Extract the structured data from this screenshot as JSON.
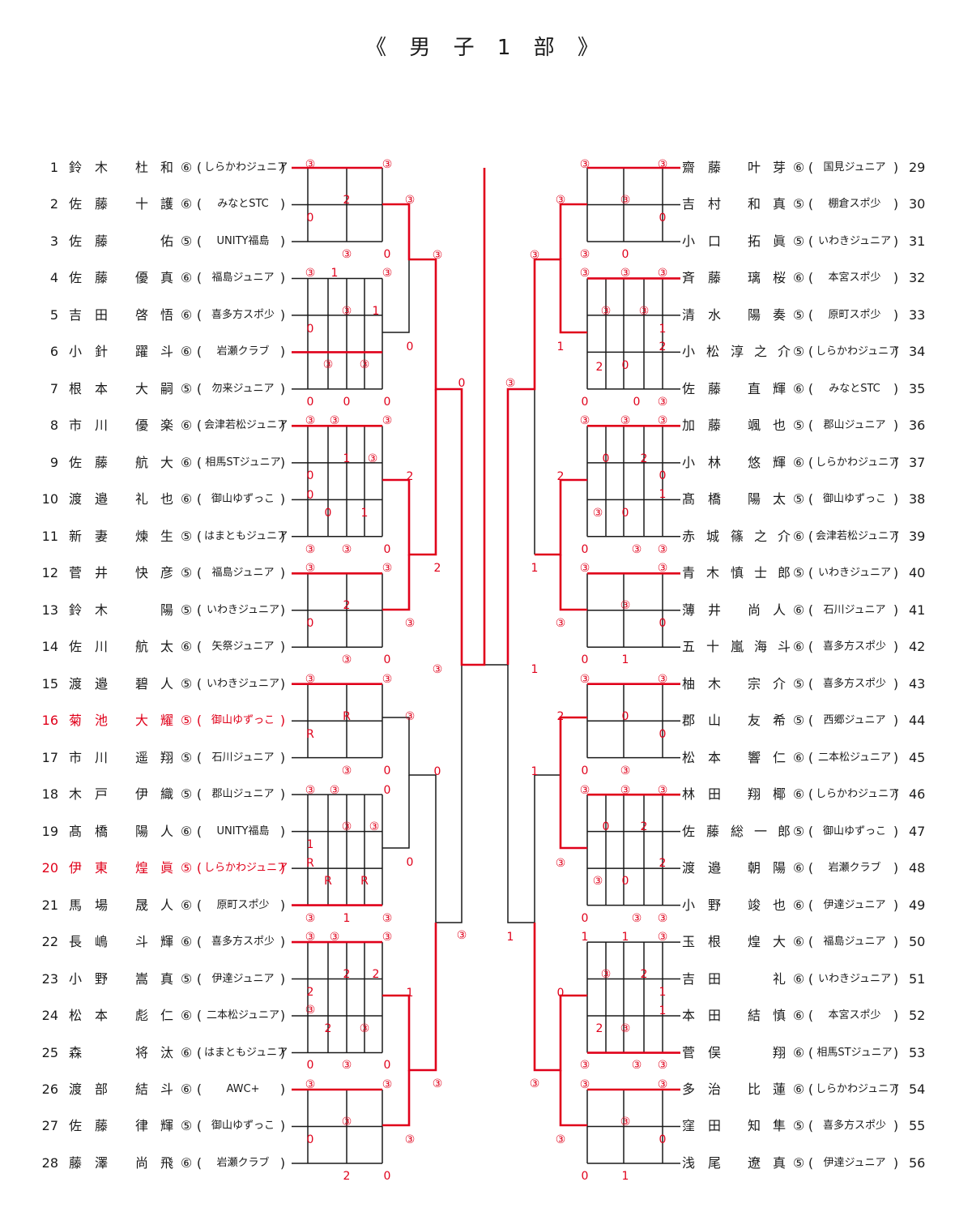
{
  "title": "《 男 子 1 部 》",
  "left_players": [
    {
      "no": "1",
      "c1": "鈴",
      "c2": "木",
      "c3": "杜",
      "c4": "和",
      "grade": "⑥",
      "club": "しらかわジュニア"
    },
    {
      "no": "2",
      "c1": "佐",
      "c2": "藤",
      "c3": "十",
      "c4": "護",
      "grade": "⑥",
      "club": "みなとSTC"
    },
    {
      "no": "3",
      "c1": "佐",
      "c2": "藤",
      "c3": "",
      "c4": "佑",
      "grade": "⑤",
      "club": "UNITY福島"
    },
    {
      "no": "4",
      "c1": "佐",
      "c2": "藤",
      "c3": "優",
      "c4": "真",
      "grade": "⑥",
      "club": "福島ジュニア"
    },
    {
      "no": "5",
      "c1": "吉",
      "c2": "田",
      "c3": "啓",
      "c4": "悟",
      "grade": "⑥",
      "club": "喜多方スポ少"
    },
    {
      "no": "6",
      "c1": "小",
      "c2": "針",
      "c3": "躍",
      "c4": "斗",
      "grade": "⑥",
      "club": "岩瀬クラブ"
    },
    {
      "no": "7",
      "c1": "根",
      "c2": "本",
      "c3": "大",
      "c4": "嗣",
      "grade": "⑤",
      "club": "勿来ジュニア"
    },
    {
      "no": "8",
      "c1": "市",
      "c2": "川",
      "c3": "優",
      "c4": "楽",
      "grade": "⑥",
      "club": "会津若松ジュニア"
    },
    {
      "no": "9",
      "c1": "佐",
      "c2": "藤",
      "c3": "航",
      "c4": "大",
      "grade": "⑥",
      "club": "相馬STジュニア"
    },
    {
      "no": "10",
      "c1": "渡",
      "c2": "邉",
      "c3": "礼",
      "c4": "也",
      "grade": "⑥",
      "club": "御山ゆずっこ"
    },
    {
      "no": "11",
      "c1": "新",
      "c2": "妻",
      "c3": "煉",
      "c4": "生",
      "grade": "⑤",
      "club": "はまともジュニア"
    },
    {
      "no": "12",
      "c1": "菅",
      "c2": "井",
      "c3": "快",
      "c4": "彦",
      "grade": "⑤",
      "club": "福島ジュニア"
    },
    {
      "no": "13",
      "c1": "鈴",
      "c2": "木",
      "c3": "",
      "c4": "陽",
      "grade": "⑤",
      "club": "いわきジュニア"
    },
    {
      "no": "14",
      "c1": "佐",
      "c2": "川",
      "c3": "航",
      "c4": "太",
      "grade": "⑥",
      "club": "矢祭ジュニア"
    },
    {
      "no": "15",
      "c1": "渡",
      "c2": "邉",
      "c3": "碧",
      "c4": "人",
      "grade": "⑤",
      "club": "いわきジュニア"
    },
    {
      "no": "16",
      "c1": "菊",
      "c2": "池",
      "c3": "大",
      "c4": "耀",
      "grade": "⑤",
      "club": "御山ゆずっこ",
      "struck": true
    },
    {
      "no": "17",
      "c1": "市",
      "c2": "川",
      "c3": "遥",
      "c4": "翔",
      "grade": "⑤",
      "club": "石川ジュニア"
    },
    {
      "no": "18",
      "c1": "木",
      "c2": "戸",
      "c3": "伊",
      "c4": "織",
      "grade": "⑤",
      "club": "郡山ジュニア"
    },
    {
      "no": "19",
      "c1": "髙",
      "c2": "橋",
      "c3": "陽",
      "c4": "人",
      "grade": "⑥",
      "club": "UNITY福島"
    },
    {
      "no": "20",
      "c1": "伊",
      "c2": "東",
      "c3": "煌",
      "c4": "眞",
      "grade": "⑤",
      "club": "しらかわジュニア",
      "struck": true
    },
    {
      "no": "21",
      "c1": "馬",
      "c2": "場",
      "c3": "晟",
      "c4": "人",
      "grade": "⑥",
      "club": "原町スポ少"
    },
    {
      "no": "22",
      "c1": "長",
      "c2": "嶋",
      "c3": "斗",
      "c4": "輝",
      "grade": "⑥",
      "club": "喜多方スポ少"
    },
    {
      "no": "23",
      "c1": "小",
      "c2": "野",
      "c3": "嵩",
      "c4": "真",
      "grade": "⑤",
      "club": "伊達ジュニア"
    },
    {
      "no": "24",
      "c1": "松",
      "c2": "本",
      "c3": "彪",
      "c4": "仁",
      "grade": "⑥",
      "club": "二本松ジュニア"
    },
    {
      "no": "25",
      "c1": "森",
      "c2": "",
      "c3": "将",
      "c4": "汰",
      "grade": "⑥",
      "club": "はまともジュニア"
    },
    {
      "no": "26",
      "c1": "渡",
      "c2": "部",
      "c3": "結",
      "c4": "斗",
      "grade": "⑥",
      "club": "AWC+"
    },
    {
      "no": "27",
      "c1": "佐",
      "c2": "藤",
      "c3": "律",
      "c4": "輝",
      "grade": "⑤",
      "club": "御山ゆずっこ"
    },
    {
      "no": "28",
      "c1": "藤",
      "c2": "澤",
      "c3": "尚",
      "c4": "飛",
      "grade": "⑥",
      "club": "岩瀬クラブ"
    }
  ],
  "right_players": [
    {
      "no": "29",
      "c1": "齋",
      "c2": "藤",
      "c3": "叶",
      "c4": "芽",
      "c5": "",
      "grade": "⑥",
      "club": "国見ジュニア"
    },
    {
      "no": "30",
      "c1": "吉",
      "c2": "村",
      "c3": "和",
      "c4": "真",
      "c5": "",
      "grade": "⑤",
      "club": "棚倉スポ少"
    },
    {
      "no": "31",
      "c1": "小",
      "c2": "口",
      "c3": "拓",
      "c4": "眞",
      "c5": "",
      "grade": "⑤",
      "club": "いわきジュニア"
    },
    {
      "no": "32",
      "c1": "斉",
      "c2": "藤",
      "c3": "璃",
      "c4": "桜",
      "c5": "",
      "grade": "⑥",
      "club": "本宮スポ少"
    },
    {
      "no": "33",
      "c1": "清",
      "c2": "水",
      "c3": "陽",
      "c4": "奏",
      "c5": "",
      "grade": "⑤",
      "club": "原町スポ少"
    },
    {
      "no": "34",
      "c1": "小",
      "c2": "松",
      "c3": "淳",
      "c4": "之",
      "c5": "介",
      "grade": "⑤",
      "club": "しらかわジュニア"
    },
    {
      "no": "35",
      "c1": "佐",
      "c2": "藤",
      "c3": "直",
      "c4": "輝",
      "c5": "",
      "grade": "⑥",
      "club": "みなとSTC"
    },
    {
      "no": "36",
      "c1": "加",
      "c2": "藤",
      "c3": "颯",
      "c4": "也",
      "c5": "",
      "grade": "⑤",
      "club": "郡山ジュニア"
    },
    {
      "no": "37",
      "c1": "小",
      "c2": "林",
      "c3": "悠",
      "c4": "輝",
      "c5": "",
      "grade": "⑥",
      "club": "しらかわジュニア"
    },
    {
      "no": "38",
      "c1": "髙",
      "c2": "橋",
      "c3": "陽",
      "c4": "太",
      "c5": "",
      "grade": "⑤",
      "club": "御山ゆずっこ"
    },
    {
      "no": "39",
      "c1": "赤",
      "c2": "城",
      "c3": "篠",
      "c4": "之",
      "c5": "介",
      "grade": "⑥",
      "club": "会津若松ジュニア"
    },
    {
      "no": "40",
      "c1": "青",
      "c2": "木",
      "c3": "慎",
      "c4": "士",
      "c5": "郎",
      "grade": "⑤",
      "club": "いわきジュニア"
    },
    {
      "no": "41",
      "c1": "薄",
      "c2": "井",
      "c3": "尚",
      "c4": "人",
      "c5": "",
      "grade": "⑥",
      "club": "石川ジュニア"
    },
    {
      "no": "42",
      "c1": "五",
      "c2": "十",
      "c3": "嵐",
      "c4": "海",
      "c5": "斗",
      "grade": "⑥",
      "club": "喜多方スポ少"
    },
    {
      "no": "43",
      "c1": "柚",
      "c2": "木",
      "c3": "宗",
      "c4": "介",
      "c5": "",
      "grade": "⑤",
      "club": "喜多方スポ少"
    },
    {
      "no": "44",
      "c1": "郡",
      "c2": "山",
      "c3": "友",
      "c4": "希",
      "c5": "",
      "grade": "⑤",
      "club": "西郷ジュニア"
    },
    {
      "no": "45",
      "c1": "松",
      "c2": "本",
      "c3": "響",
      "c4": "仁",
      "c5": "",
      "grade": "⑥",
      "club": "二本松ジュニア"
    },
    {
      "no": "46",
      "c1": "林",
      "c2": "田",
      "c3": "翔",
      "c4": "椰",
      "c5": "",
      "grade": "⑥",
      "club": "しらかわジュニア"
    },
    {
      "no": "47",
      "c1": "佐",
      "c2": "藤",
      "c3": "総",
      "c4": "一",
      "c5": "郎",
      "grade": "⑤",
      "club": "御山ゆずっこ"
    },
    {
      "no": "48",
      "c1": "渡",
      "c2": "邉",
      "c3": "朝",
      "c4": "陽",
      "c5": "",
      "grade": "⑥",
      "club": "岩瀬クラブ"
    },
    {
      "no": "49",
      "c1": "小",
      "c2": "野",
      "c3": "竣",
      "c4": "也",
      "c5": "",
      "grade": "⑥",
      "club": "伊達ジュニア"
    },
    {
      "no": "50",
      "c1": "玉",
      "c2": "根",
      "c3": "煌",
      "c4": "大",
      "c5": "",
      "grade": "⑥",
      "club": "福島ジュニア"
    },
    {
      "no": "51",
      "c1": "吉",
      "c2": "田",
      "c3": "",
      "c4": "礼",
      "c5": "",
      "grade": "⑥",
      "club": "いわきジュニア"
    },
    {
      "no": "52",
      "c1": "本",
      "c2": "田",
      "c3": "結",
      "c4": "慎",
      "c5": "",
      "grade": "⑥",
      "club": "本宮スポ少"
    },
    {
      "no": "53",
      "c1": "菅",
      "c2": "俣",
      "c3": "",
      "c4": "翔",
      "c5": "",
      "grade": "⑥",
      "club": "相馬STジュニア"
    },
    {
      "no": "54",
      "c1": "多",
      "c2": "治",
      "c3": "比",
      "c4": "蓮",
      "c5": "",
      "grade": "⑥",
      "club": "しらかわジュニア"
    },
    {
      "no": "55",
      "c1": "窪",
      "c2": "田",
      "c3": "知",
      "c4": "隼",
      "c5": "",
      "grade": "⑤",
      "club": "喜多方スポ少"
    },
    {
      "no": "56",
      "c1": "浅",
      "c2": "尾",
      "c3": "遼",
      "c4": "真",
      "c5": "",
      "grade": "⑤",
      "club": "伊達ジュニア"
    }
  ],
  "colors": {
    "winner_line": "#e0001a",
    "line": "#1a1a1a",
    "score": "#e0001a"
  }
}
